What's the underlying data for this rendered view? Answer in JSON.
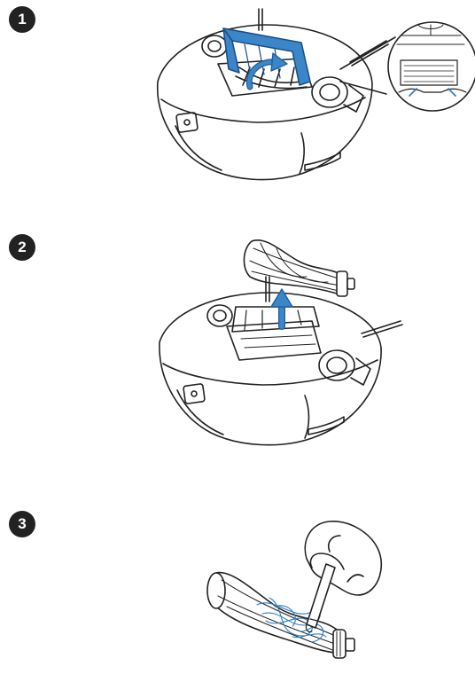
{
  "steps": [
    {
      "number": "1",
      "illustration_icon": "robot-vacuum-open-brush-cover-icon"
    },
    {
      "number": "2",
      "illustration_icon": "robot-vacuum-remove-brush-icon"
    },
    {
      "number": "3",
      "illustration_icon": "clean-brush-with-tool-icon"
    }
  ],
  "colors": {
    "line": "#222222",
    "accent": "#2f7fc0",
    "badge": "#222222"
  }
}
